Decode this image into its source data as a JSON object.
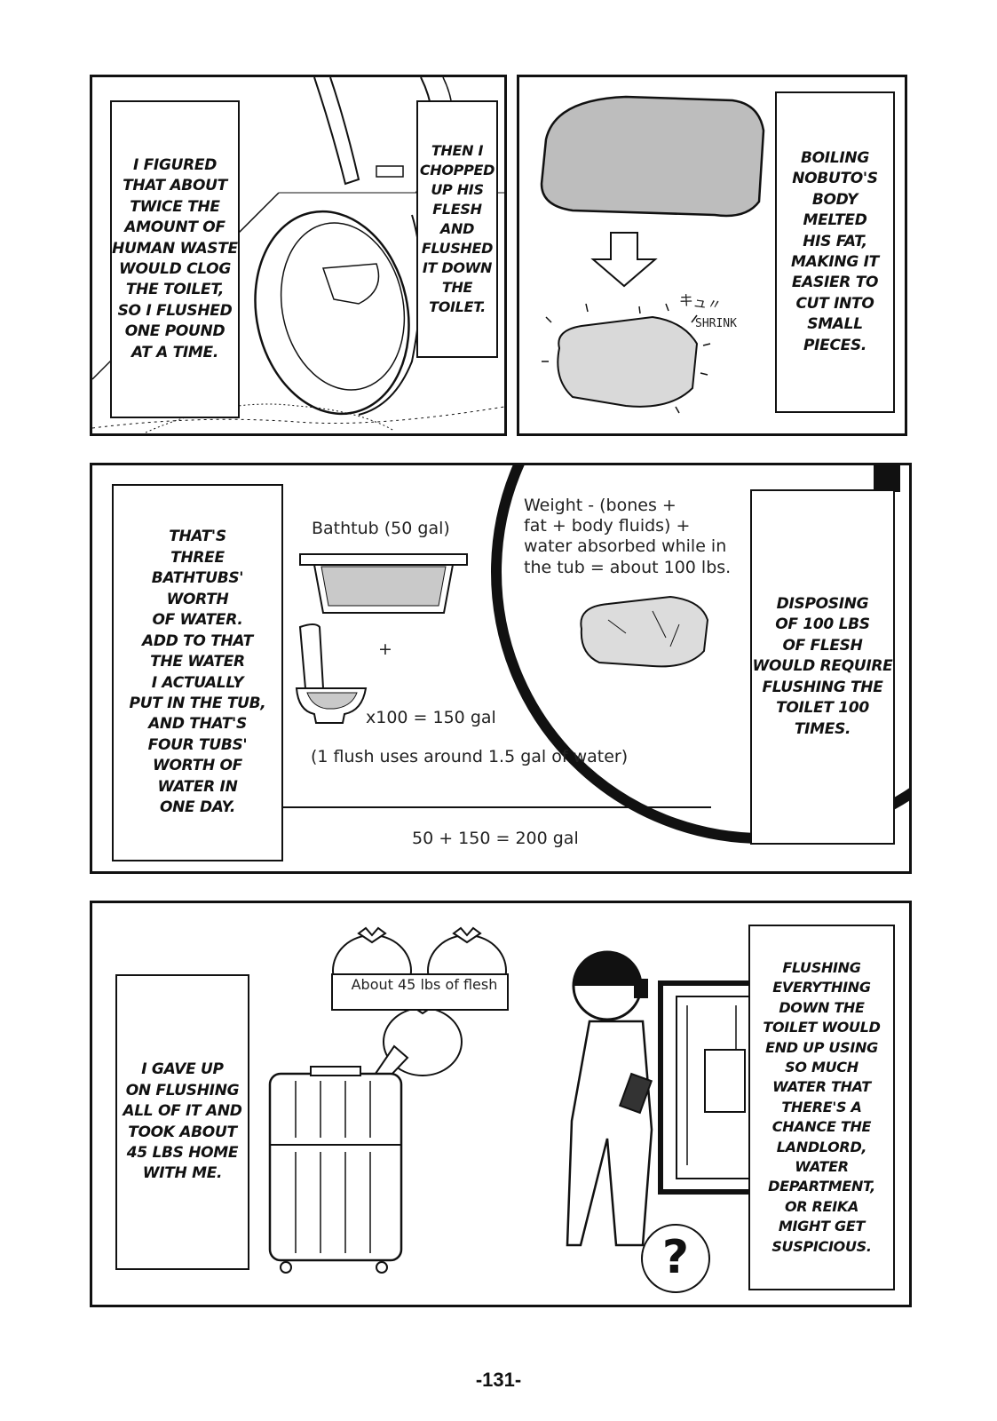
{
  "panel1": {
    "caption_left": "I FIGURED\nTHAT ABOUT\nTWICE THE\nAMOUNT OF\nHUMAN WASTE\nWOULD CLOG\nTHE TOILET,\nSO I FLUSHED\nONE POUND\nAT A TIME.",
    "caption_right": "THEN I\nCHOPPED\nUP HIS\nFLESH\nAND\nFLUSHED\nIT DOWN\nTHE\nTOILET."
  },
  "panel2": {
    "sfx_japanese": "キュ〃",
    "sfx": "SHRINK",
    "caption": "BOILING\nNOBUTO'S\nBODY\nMELTED\nHIS FAT,\nMAKING IT\nEASIER TO\nCUT INTO\nSMALL\nPIECES."
  },
  "panel3": {
    "caption_left": "THAT'S\nTHREE\nBATHTUBS'\nWORTH\nOF WATER.\nADD TO THAT\nTHE WATER\nI ACTUALLY\nPUT IN THE TUB,\nAND THAT'S\nFOUR TUBS'\nWORTH OF\nWATER IN\nONE DAY.",
    "bathtub_label": "Bathtub (50 gal)",
    "plus": "+",
    "toilet_label": "x100 = 150 gal",
    "flush_note": "(1 flush uses around 1.5 gal of water)",
    "total": "50 + 150 = 200 gal",
    "weight_note": "Weight - (bones +\nfat + body fluids) +\nwater absorbed while in\nthe tub = about 100 lbs.",
    "caption_right": "DISPOSING\nOF 100 LBS\nOF FLESH\nWOULD REQUIRE\nFLUSHING THE\nTOILET 100\nTIMES."
  },
  "panel4": {
    "caption_left": "I GAVE UP\nON FLUSHING\nALL OF IT AND\nTOOK ABOUT\n45 LBS HOME\nWITH ME.",
    "bag_label": "About 45 lbs of flesh",
    "question": "?",
    "caption_right": "FLUSHING\nEVERYTHING\nDOWN THE\nTOILET WOULD\nEND UP USING\nSO MUCH\nWATER THAT\nTHERE'S A\nCHANCE THE\nLANDLORD,\nWATER\nDEPARTMENT,\nOR REIKA\nMIGHT GET\nSUSPICIOUS."
  },
  "page_number": "-131-"
}
